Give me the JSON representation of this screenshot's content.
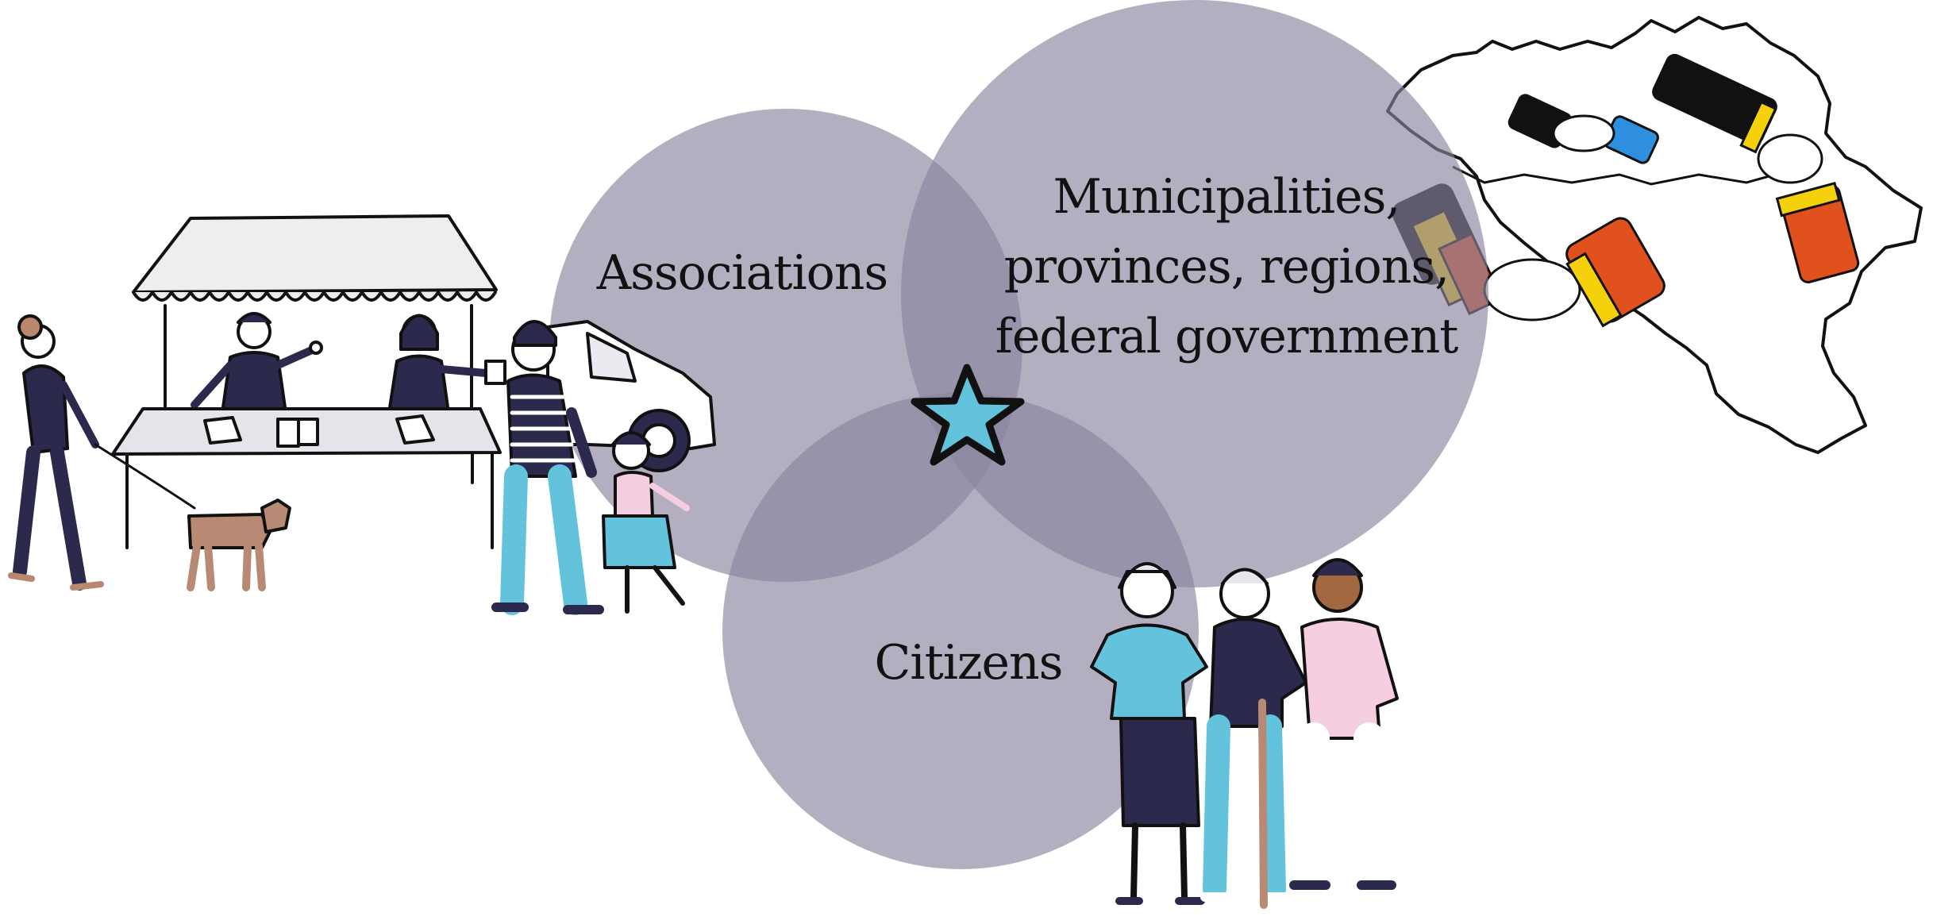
{
  "diagram": {
    "labels": {
      "associations": "Associations",
      "governments_line1": "Municipalities,",
      "governments_line2": "provinces, regions,",
      "governments_line3": "federal government",
      "citizens": "Citizens"
    }
  },
  "colors": {
    "circle_fill": "#8a84a0",
    "circle_opacity": "0.65",
    "star_fill": "#63c3dc",
    "navy": "#2b2a4c",
    "light_blue": "#63c3dc",
    "pink": "#f5cfe1",
    "dog_brown": "#b88a74",
    "hair_brown": "#b9866e",
    "flag_black": "#111111",
    "flag_yellow": "#f5d10c",
    "flag_red": "#e0511e",
    "flag_blue": "#2e8fe0"
  },
  "illustrations": {
    "market_stall": "market-stall-scene",
    "map": "belgium-map-handshakes",
    "citizens_group": "citizens-group"
  }
}
